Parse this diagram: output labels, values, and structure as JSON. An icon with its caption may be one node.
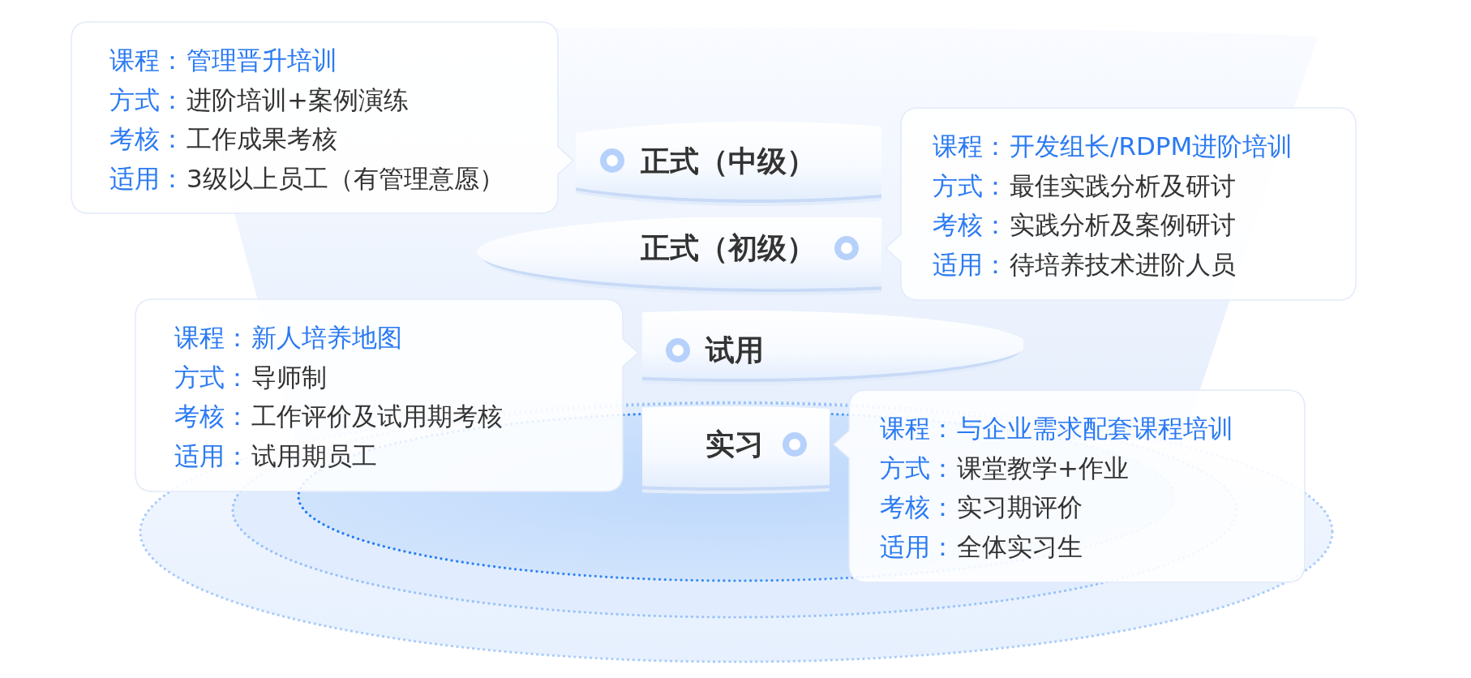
{
  "diagram": {
    "nodes": [
      {
        "text": [
          "课程：",
          "管理晋升培训",
          "方式：",
          "进阶培训+案例演练",
          "考核：",
          "工作成果考核",
          "适用：",
          "3级以上员工（有管理意愿）"
        ]
      },
      {
        "text": [
          "正式（中级）"
        ]
      },
      {
        "text": [
          "课程：",
          "开发组长/RDPM进阶培训",
          "方式：",
          "最佳实践分析及研讨",
          "考核：",
          "实践分析及案例研讨",
          "适用：",
          "待培养技术进阶人员"
        ]
      },
      {
        "text": [
          "正式（初级）"
        ]
      },
      {
        "text": [
          "课程：",
          "新人培养地图",
          "方式：",
          "导师制",
          "考核：",
          "工作评价及试用期考核",
          "适用：",
          "试用期员工"
        ]
      },
      {
        "text": [
          "试用"
        ]
      },
      {
        "text": [
          "实习"
        ]
      },
      {
        "text": [
          "课程：",
          "与企业需求配套课程培训",
          "方式：",
          "课堂教学+作业",
          "考核：",
          "实习期评价",
          "适用：",
          "全体实习生"
        ]
      }
    ]
  }
}
